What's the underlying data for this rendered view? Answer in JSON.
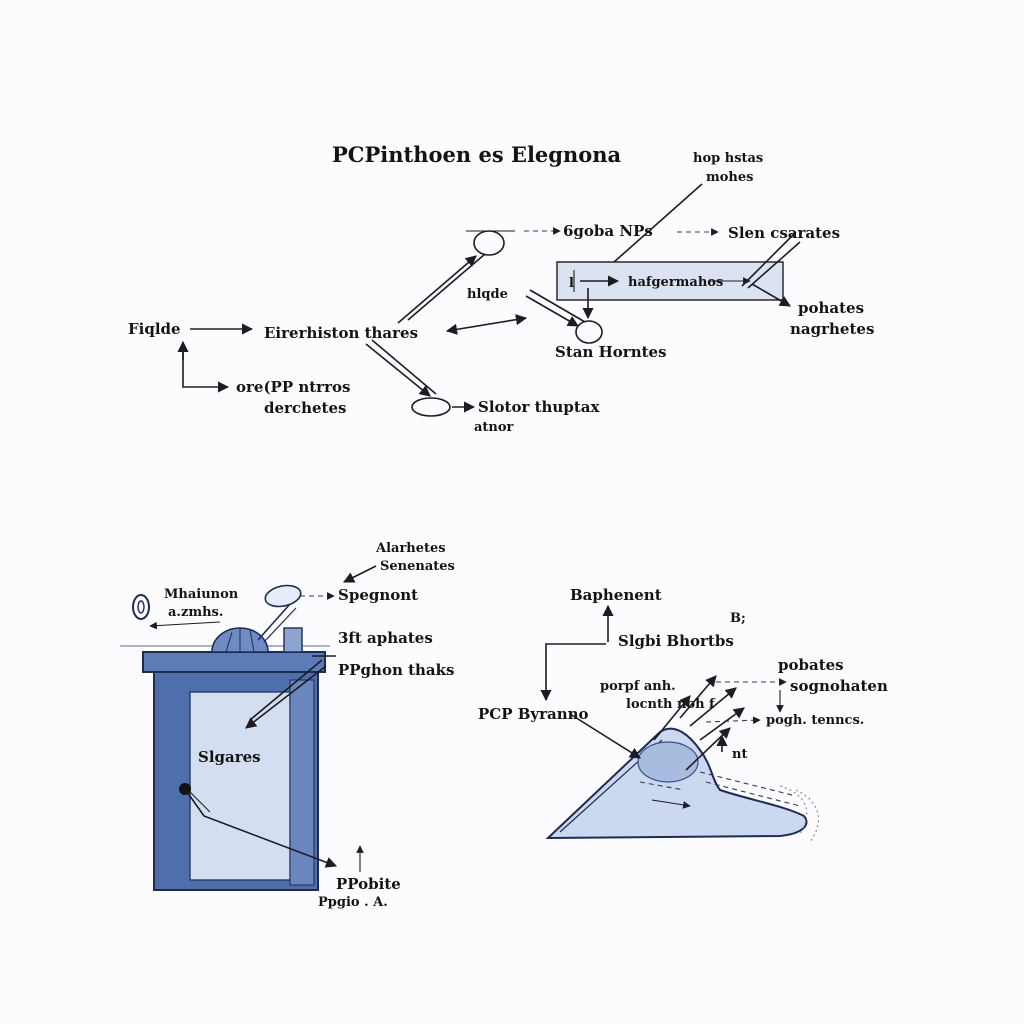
{
  "title": "PCPinthoen es Elegnona",
  "colors": {
    "ink": "#1c1c22",
    "blue_dark": "#3b5b9c",
    "blue_mid": "#5a78b4",
    "blue_light": "#c9d5ee",
    "blue_pale": "#d9e2f3",
    "background": "#fcfcfe"
  },
  "flow_labels": {
    "left_input": "Fiqlde",
    "center": "Eirerhiston thares",
    "branch_line1": "ore(PP ntrros",
    "branch_line2": "derchetes",
    "top_node": "6goba NPs",
    "top_right": "Slen csarates",
    "callout_line1": "hop hstas",
    "callout_line2": "mohes",
    "box_left": "l",
    "box": "hafgermahos",
    "mid_label": "hlqde",
    "mid_node": "Stan Horntes",
    "right_line1": "pohates",
    "right_line2": "nagrhetes",
    "bottom_line1": "Slotor thuptax",
    "bottom_line2": "atnor"
  },
  "machine_labels": {
    "top_line1": "Alarhetes",
    "top_line2": "Senenates",
    "left_line1": "Mhaiunon",
    "left_line2": "a.zmhs.",
    "eye": "Spegnont",
    "pin_line1": "3ft aphates",
    "pin_line2": "PPghon thaks",
    "panel": "Slgares",
    "bottom_line1": "PPobite",
    "bottom_line2": "Ppgio . A."
  },
  "wedge_labels": {
    "top": "Baphenent",
    "mark": "B;",
    "mid": "Slgbi Bhortbs",
    "left": "PCP Byranno",
    "sub_line1": "porpf anh.",
    "sub_line2": "locnth noh f",
    "right_line1": "pobates",
    "right_line2": "sognohaten",
    "right3": "pogh. tenncs.",
    "inner": "nt"
  }
}
